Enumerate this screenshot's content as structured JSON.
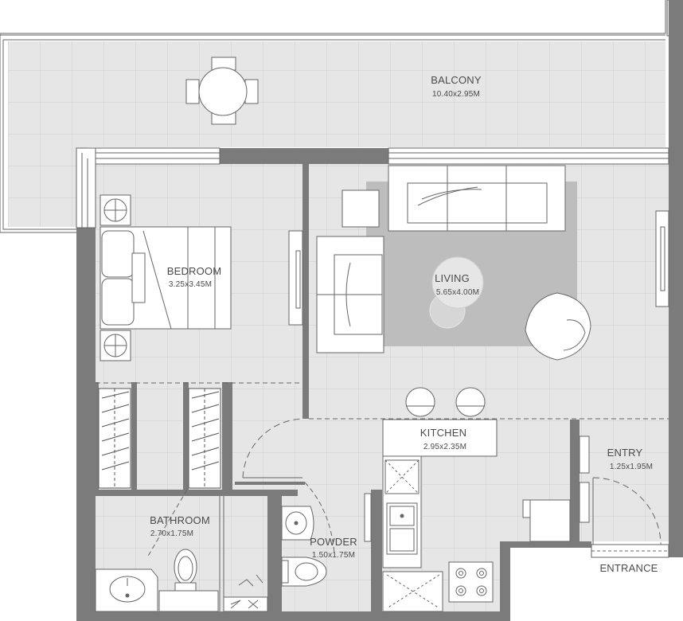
{
  "rooms": {
    "balcony": {
      "name": "BALCONY",
      "size": "10.40x2.95M"
    },
    "bedroom": {
      "name": "BEDROOM",
      "size": "3.25x3.45M"
    },
    "living": {
      "name": "LIVING",
      "size": "5.65x4.00M"
    },
    "kitchen": {
      "name": "KITCHEN",
      "size": "2.95x2.35M"
    },
    "entry": {
      "name": "ENTRY",
      "size": "1.25x1.95M"
    },
    "bathroom": {
      "name": "BATHROOM",
      "size": "2.70x1.75M"
    },
    "powder": {
      "name": "POWDER",
      "size": "1.50x1.75M"
    }
  },
  "entrance_label": "ENTRANCE",
  "colors": {
    "wall": "#7b7b7b",
    "floor": "#e6e6e6",
    "rug": "#bdbdbd",
    "furniture": "#ffffff",
    "line": "#666666",
    "text": "#4a4a4a"
  }
}
